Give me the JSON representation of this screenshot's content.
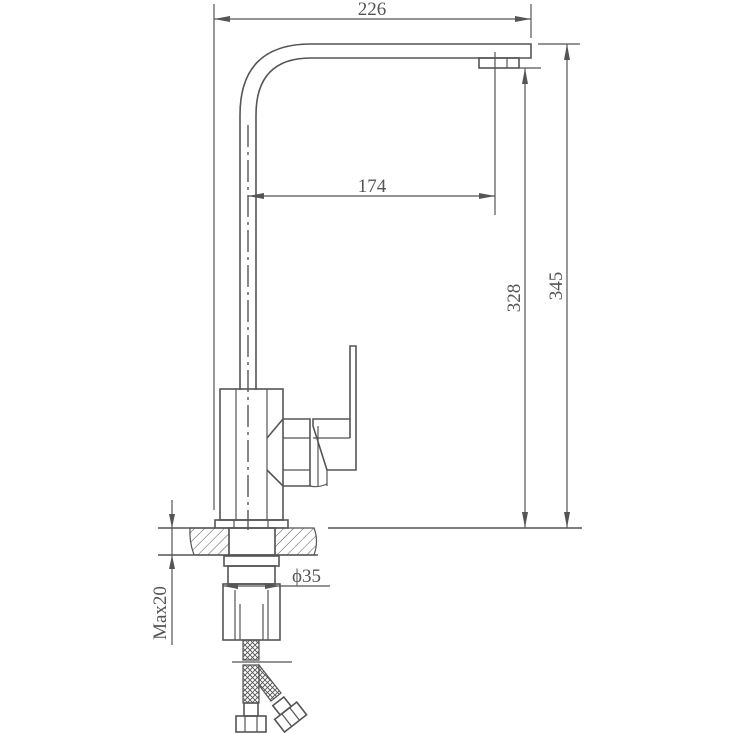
{
  "drawing": {
    "subject": "kitchen faucet side elevation",
    "line_color": "#555555",
    "background": "#ffffff"
  },
  "dimensions": {
    "overall_reach": "226",
    "spout_reach": "174",
    "spout_outlet_height": "328",
    "overall_height": "345",
    "mount_hole_diameter": "ϕ35",
    "max_counter_thickness": "Max20"
  }
}
